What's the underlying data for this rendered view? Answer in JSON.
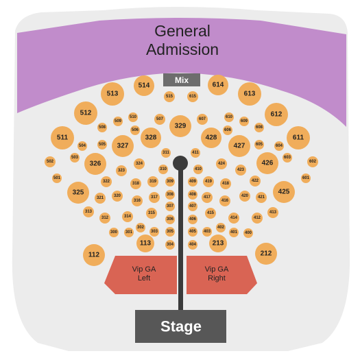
{
  "colors": {
    "venue_bg": "#ececec",
    "general_admission": "#c18ccb",
    "section": "#f0ad5b",
    "vip": "#d96454",
    "stage": "#575757",
    "mix": "#6d6d6d",
    "walkway": "#3b3b3b"
  },
  "areas": {
    "general_admission_line1": "General",
    "general_admission_line2": "Admission",
    "mix": "Mix",
    "vip_left_line1": "Vip GA",
    "vip_left_line2": "Left",
    "vip_right_line1": "Vip GA",
    "vip_right_line2": "Right",
    "stage": "Stage"
  },
  "sections": [
    "514",
    "614",
    "513",
    "613",
    "515",
    "615",
    "512",
    "612",
    "511",
    "611",
    "510",
    "610",
    "509",
    "609",
    "508",
    "608",
    "507",
    "607",
    "506",
    "606",
    "505",
    "605",
    "504",
    "604",
    "503",
    "603",
    "502",
    "602",
    "501",
    "601",
    "329",
    "328",
    "428",
    "327",
    "427",
    "326",
    "426",
    "325",
    "425",
    "324",
    "424",
    "323",
    "423",
    "322",
    "422",
    "321",
    "421",
    "320",
    "420",
    "319",
    "419",
    "318",
    "418",
    "317",
    "417",
    "316",
    "416",
    "315",
    "415",
    "314",
    "414",
    "313",
    "413",
    "312",
    "412",
    "311",
    "411",
    "310",
    "410",
    "309",
    "409",
    "308",
    "408",
    "307",
    "407",
    "306",
    "406",
    "305",
    "405",
    "304",
    "404",
    "303",
    "403",
    "302",
    "402",
    "301",
    "401",
    "300",
    "400",
    "113",
    "213",
    "112",
    "212"
  ]
}
